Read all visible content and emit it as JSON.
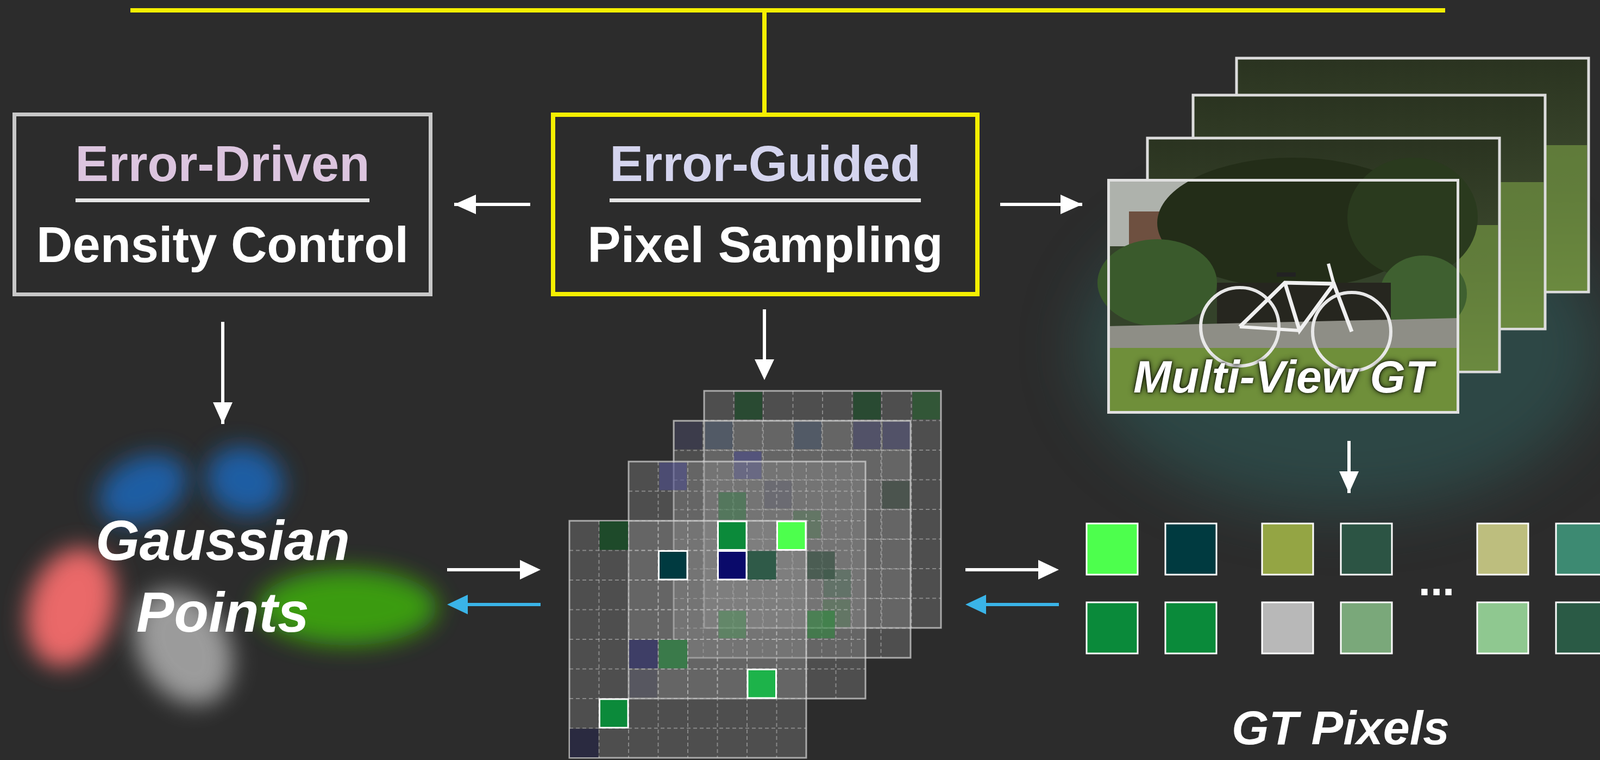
{
  "diagram": {
    "nodes": [
      {
        "text": [
          "Error-Driven",
          "Density Control"
        ]
      },
      {
        "text": [
          "Error-Guided",
          "Pixel Sampling"
        ]
      },
      {
        "text": [
          "Multi-View GT"
        ]
      },
      {
        "text": [
          "Gaussian Points"
        ]
      },
      {
        "text": [
          "GT Pixels"
        ]
      }
    ],
    "edges": [
      {
        "from": 1,
        "to": 0,
        "arrow": "to"
      },
      {
        "from": 1,
        "to": 2,
        "arrow": "to"
      },
      {
        "from": 0,
        "to": 3,
        "arrow": "to"
      },
      {
        "from": 2,
        "to": 4,
        "arrow": "to"
      }
    ],
    "labels": [
      "..."
    ]
  }
}
